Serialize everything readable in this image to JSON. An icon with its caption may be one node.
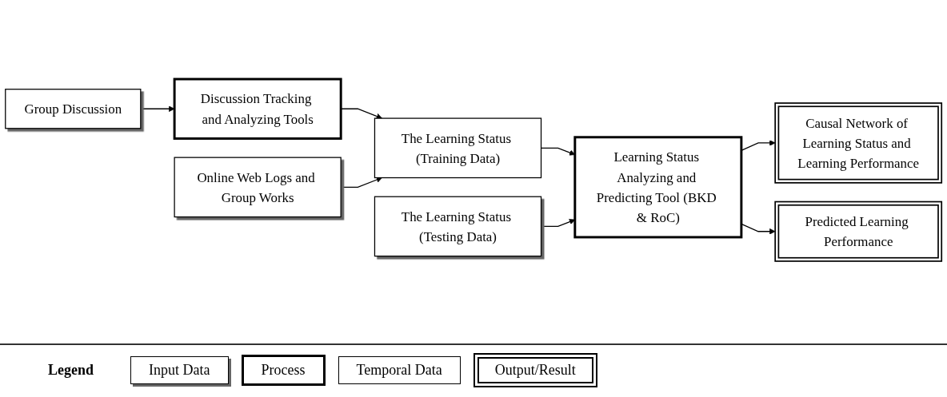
{
  "diagram": {
    "nodes": [
      {
        "text": [
          "Group Discussion"
        ]
      },
      {
        "text": [
          "Discussion Tracking and Analyzing Tools"
        ]
      },
      {
        "text": [
          "Online Web Logs and Group Works"
        ]
      },
      {
        "text": [
          "The Learning Status (Training Data)"
        ]
      },
      {
        "text": [
          "The Learning Status (Testing Data)"
        ]
      },
      {
        "text": [
          "Learning Status Analyzing and Predicting Tool (BKD & RoC)"
        ]
      },
      {
        "text": [
          "Causal Network of Learning Status and Learning Performance"
        ]
      },
      {
        "text": [
          "Predicted Learning Performance"
        ]
      }
    ],
    "edges": [
      {
        "from": 0,
        "to": 1,
        "arrow": "to"
      },
      {
        "from": 1,
        "to": 3,
        "arrow": "to"
      },
      {
        "from": 2,
        "to": 3,
        "arrow": "to"
      },
      {
        "from": 3,
        "to": 5,
        "arrow": "to"
      },
      {
        "from": 4,
        "to": 5,
        "arrow": "to"
      },
      {
        "from": 5,
        "to": 6,
        "arrow": "to"
      },
      {
        "from": 5,
        "to": 7,
        "arrow": "to"
      }
    ],
    "labels": [
      "Legend"
    ],
    "legend": [
      {
        "text": "Input Data"
      },
      {
        "text": "Process"
      },
      {
        "text": "Temporal Data"
      },
      {
        "text": "Output/Result"
      }
    ]
  }
}
